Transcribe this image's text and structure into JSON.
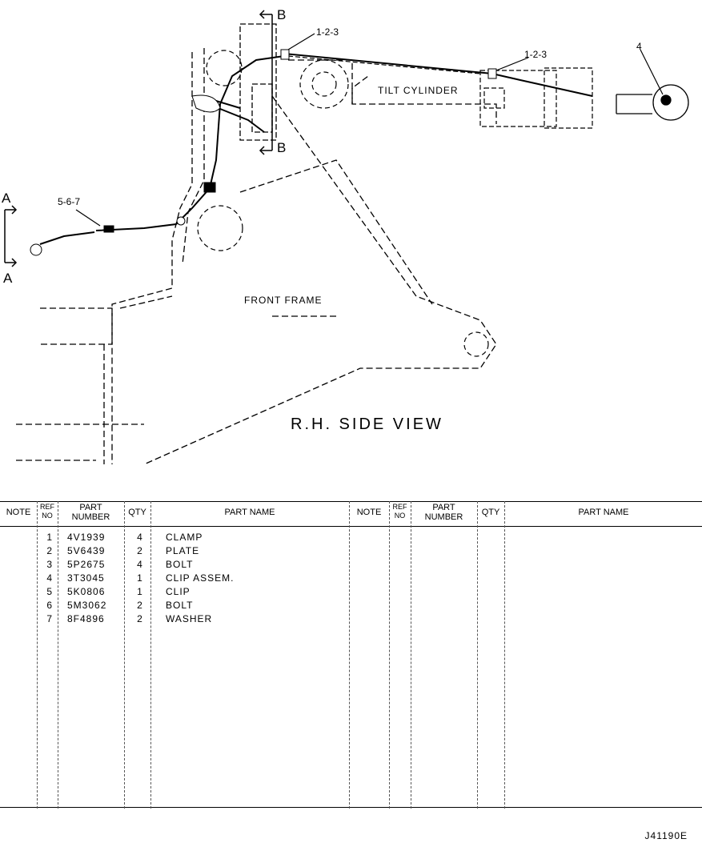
{
  "diagram": {
    "section_b_top": "B",
    "section_b_bottom": "B",
    "section_a_top": "A",
    "section_a_bottom": "A",
    "callout_1": "1-2-3",
    "callout_2": "1-2-3",
    "callout_3": "4",
    "callout_4": "5-6-7",
    "tilt_cylinder": "TILT CYLINDER",
    "front_frame": "FRONT FRAME",
    "view_title": "R.H. SIDE VIEW"
  },
  "table": {
    "headers": {
      "note": "NOTE",
      "ref_no": [
        "REF",
        "NO"
      ],
      "part_number": [
        "PART",
        "NUMBER"
      ],
      "qty": "QTY",
      "part_name": "PART NAME"
    },
    "rows": [
      {
        "ref": "1",
        "part_number": "4V1939",
        "qty": "4",
        "name": "CLAMP"
      },
      {
        "ref": "2",
        "part_number": "5V6439",
        "qty": "2",
        "name": "PLATE"
      },
      {
        "ref": "3",
        "part_number": "5P2675",
        "qty": "4",
        "name": "BOLT"
      },
      {
        "ref": "4",
        "part_number": "3T3045",
        "qty": "1",
        "name": "CLIP ASSEM."
      },
      {
        "ref": "5",
        "part_number": "5K0806",
        "qty": "1",
        "name": "CLIP"
      },
      {
        "ref": "6",
        "part_number": "5M3062",
        "qty": "2",
        "name": "BOLT"
      },
      {
        "ref": "7",
        "part_number": "8F4896",
        "qty": "2",
        "name": "WASHER"
      }
    ]
  },
  "doc_id": "J41190E"
}
